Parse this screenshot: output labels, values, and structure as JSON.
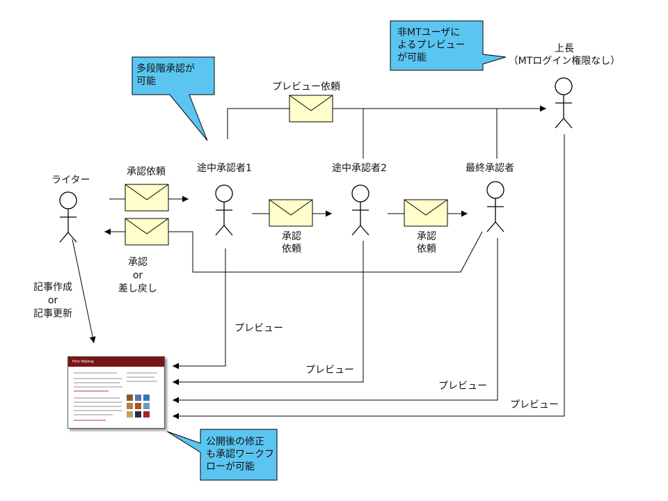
{
  "actors": {
    "writer": "ライター",
    "approver1": "途中承認者1",
    "approver2": "途中承認者2",
    "final_approver": "最終承認者",
    "boss_line1": "上長",
    "boss_line2": "（MTログイン権限なし）"
  },
  "messages": {
    "request_approval": "承認依頼",
    "step_request_line1": "承認",
    "step_request_line2": "依頼",
    "return_line1": "承認",
    "return_line2": "or",
    "return_line3": "差し戻し",
    "preview_request": "プレビュー依頼",
    "preview": "プレビュー",
    "edit_line1": "記事作成",
    "edit_line2": "or",
    "edit_line3": "記事更新"
  },
  "callouts": {
    "multi_stage_line1": "多段階承認が",
    "multi_stage_line2": "可能",
    "non_mt_line1": "非MTユーザに",
    "non_mt_line2": "よるプレビュー",
    "non_mt_line3": "が可能",
    "post_publish_line1": "公開後の修正",
    "post_publish_line2": "も承認ワークフ",
    "post_publish_line3": "ローが可能"
  },
  "blog_preview": {
    "title": "First Weblog"
  },
  "colors": {
    "callout_fill": "#5bc5f2",
    "envelope_fill": "#ffffcc",
    "blog_header": "#7a1416",
    "line": "#000000"
  }
}
